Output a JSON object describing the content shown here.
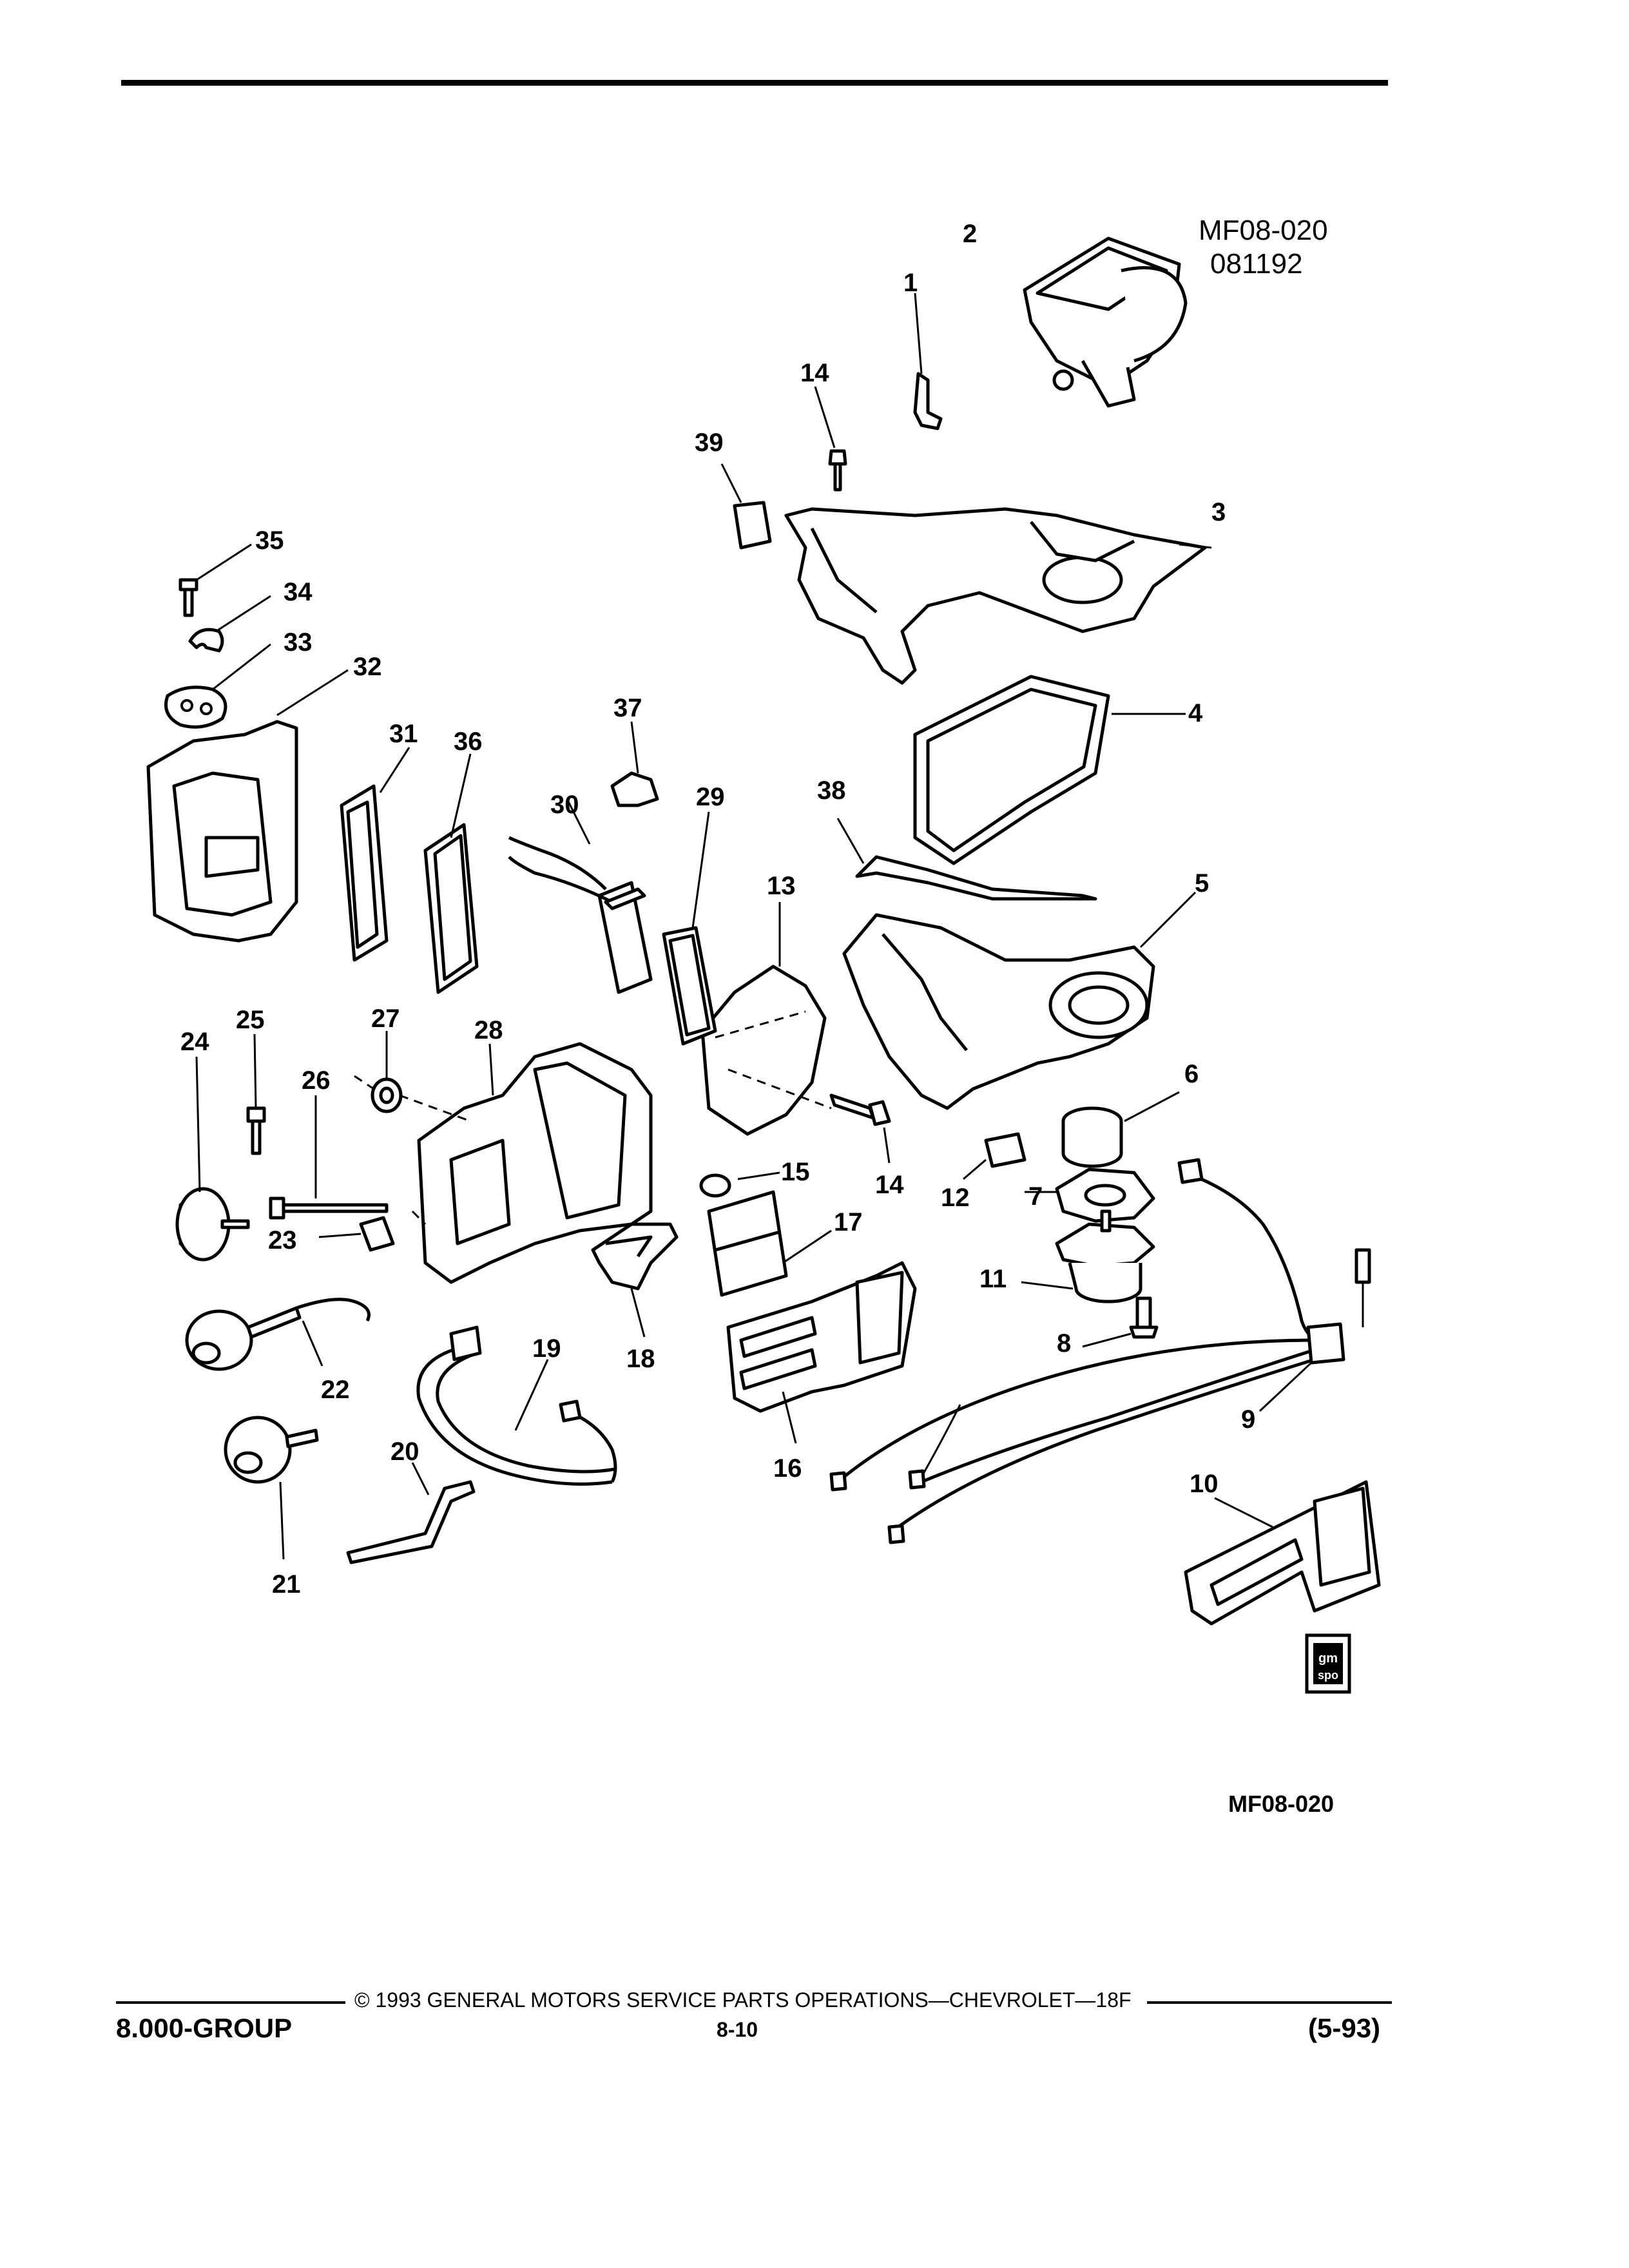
{
  "figure": {
    "id_top": "MF08-020",
    "date_code": "081192",
    "id_bottom": "MF08-020"
  },
  "callouts": [
    "1",
    "2",
    "3",
    "4",
    "5",
    "6",
    "7",
    "8",
    "9",
    "10",
    "11",
    "12",
    "13",
    "14",
    "14",
    "15",
    "16",
    "17",
    "18",
    "19",
    "20",
    "21",
    "22",
    "23",
    "24",
    "25",
    "26",
    "27",
    "28",
    "29",
    "30",
    "31",
    "32",
    "33",
    "34",
    "35",
    "36",
    "37",
    "38",
    "39"
  ],
  "logo": {
    "text_top": "gm",
    "text_bottom": "spo"
  },
  "footer": {
    "copyright": "© 1993 GENERAL MOTORS SERVICE PARTS OPERATIONS—CHEVROLET—18F",
    "group": "8.000-GROUP",
    "page": "8-10",
    "revision": "(5-93)"
  }
}
